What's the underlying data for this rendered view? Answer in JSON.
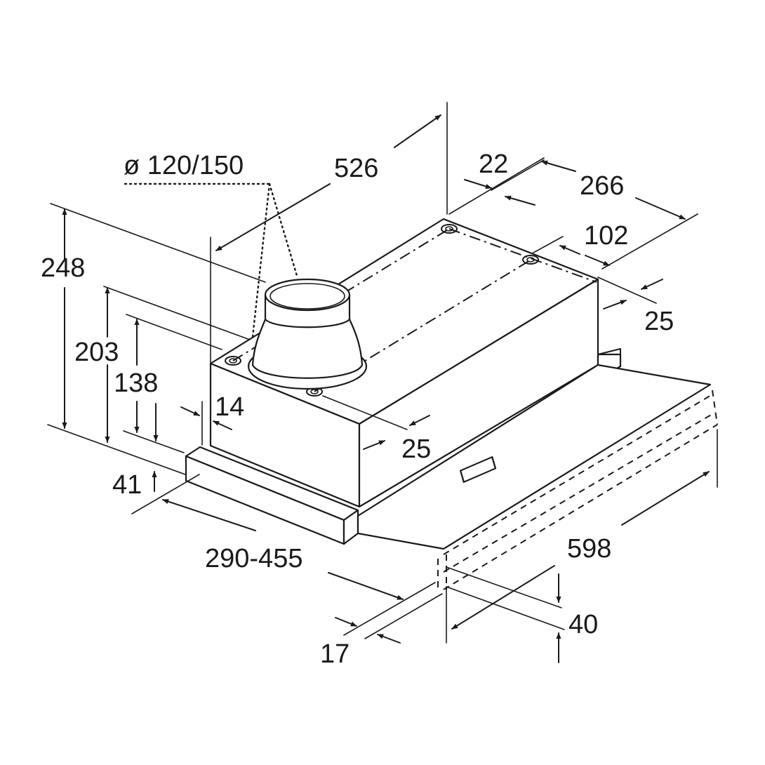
{
  "labels": {
    "duct_diameter": "ø 120/150",
    "depth": "526",
    "gap_22": "22",
    "width_266": "266",
    "spacing_102": "102",
    "offset_25_right": "25",
    "total_height": "248",
    "height_203": "203",
    "height_138": "138",
    "offset_14": "14",
    "offset_25_front": "25",
    "panel_41": "41",
    "extension": "290-455",
    "width_598": "598",
    "height_40": "40",
    "offset_17": "17"
  },
  "colors": {
    "line": "#1a1a1a",
    "background": "#ffffff"
  }
}
